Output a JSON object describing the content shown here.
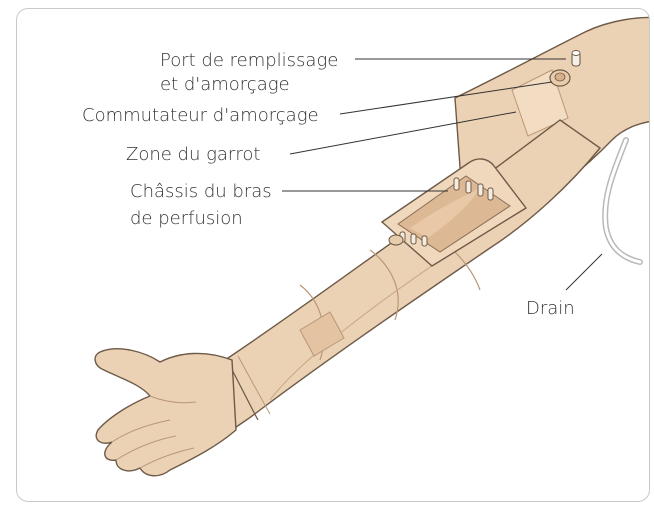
{
  "labels": {
    "fill_port_line1": "Port de remplissage",
    "fill_port_line2": "et d'amorçage",
    "priming_switch": "Commutateur d'amorçage",
    "tourniquet_zone": "Zone du garrot",
    "chassis_line1": "Châssis du bras",
    "chassis_line2": "de perfusion",
    "drain": "Drain"
  },
  "colors": {
    "skin": "#ecd2b4",
    "skin_shade": "#d9b896",
    "skin_dark": "#c59e7b",
    "outline": "#6e5a48",
    "leader": "#333333",
    "frame": "#c9c9c9"
  }
}
